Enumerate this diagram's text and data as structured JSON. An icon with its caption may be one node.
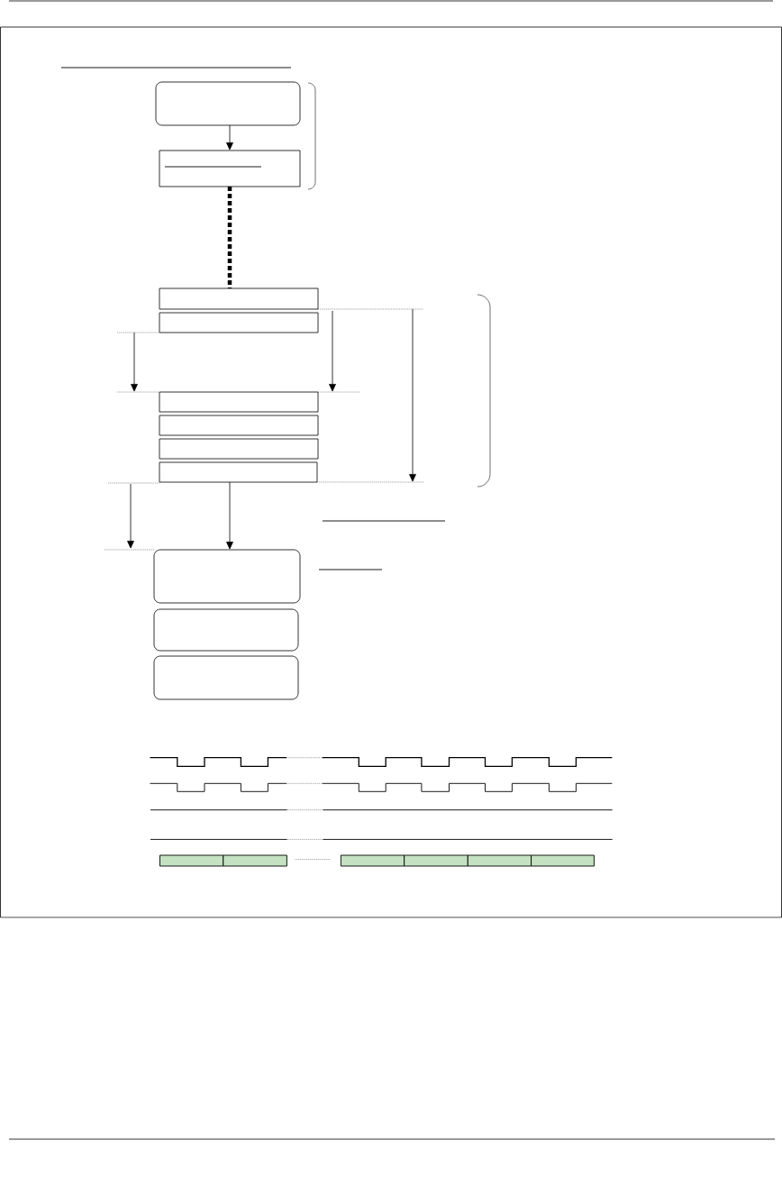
{
  "diagram": {
    "nodes": [
      {
        "text": [],
        "shape": "box"
      },
      {
        "text": [],
        "shape": "box"
      },
      {
        "text": [],
        "shape": "box"
      },
      {
        "text": [],
        "shape": "box"
      },
      {
        "text": [],
        "shape": "box"
      },
      {
        "text": [],
        "shape": "box"
      },
      {
        "text": [],
        "shape": "box"
      },
      {
        "text": [],
        "shape": "box"
      },
      {
        "text": [],
        "shape": "box"
      },
      {
        "text": [],
        "shape": "box"
      },
      {
        "text": [],
        "shape": "box"
      }
    ],
    "edges": [
      {
        "from": 0,
        "to": 1,
        "arrow": "to"
      },
      {
        "from": 1,
        "to": 2,
        "arrow": "none",
        "style": "dashed"
      },
      {
        "from": 7,
        "to": 8,
        "arrow": "to"
      }
    ]
  }
}
